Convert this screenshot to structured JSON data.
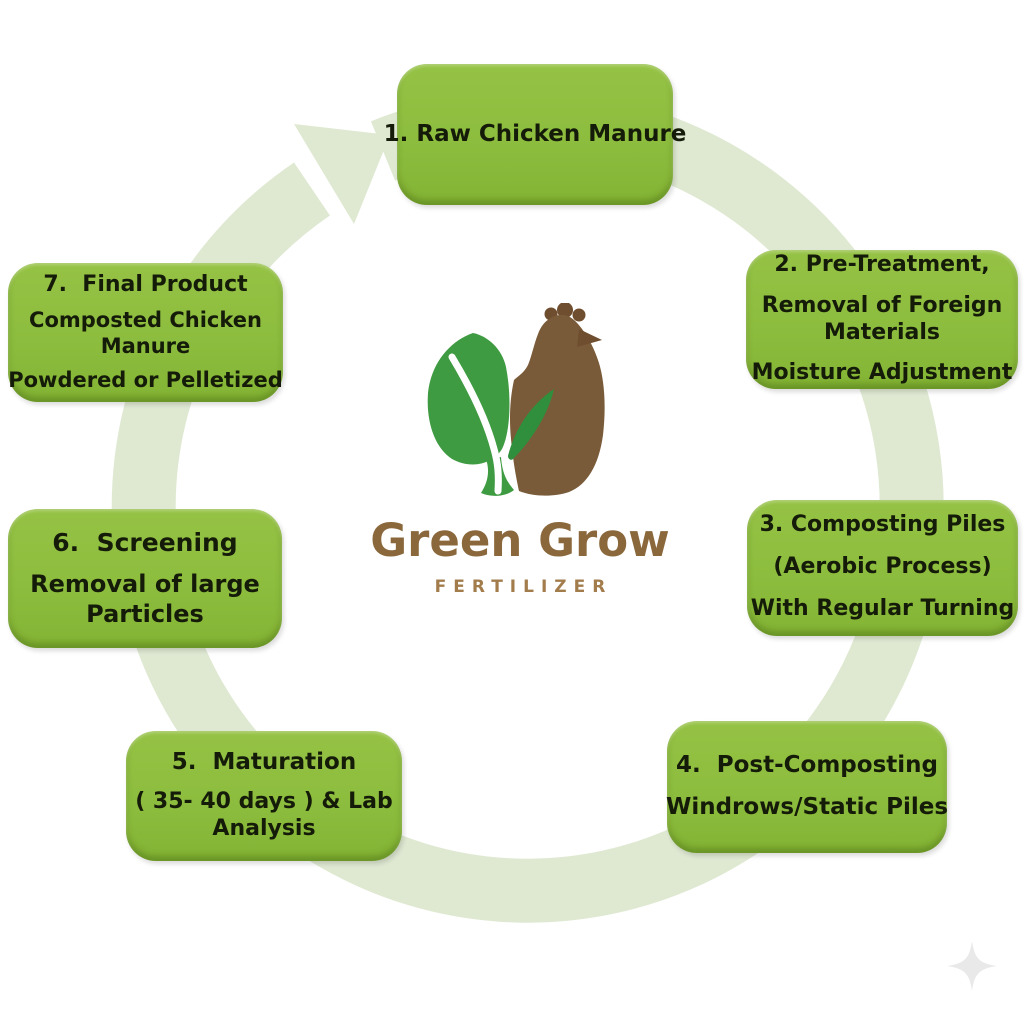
{
  "diagram_title": "Green Grow Fertilizer composting process cycle",
  "logo": {
    "brand": "Green Grow",
    "tagline": "FERTILIZER"
  },
  "steps": [
    {
      "title": "1. Raw Chicken Manure",
      "lines": []
    },
    {
      "title": "2. Pre-Treatment,",
      "lines": [
        "Removal of Foreign Materials",
        "Moisture Adjustment"
      ]
    },
    {
      "title": "3. Composting Piles",
      "lines": [
        "(Aerobic Process)",
        "With Regular Turning"
      ]
    },
    {
      "title": "4.  Post-Composting",
      "lines": [
        "Windrows/Static Piles"
      ]
    },
    {
      "title": "5.  Maturation",
      "lines": [
        "( 35- 40 days ) & Lab Analysis"
      ]
    },
    {
      "title": "6.  Screening",
      "lines": [
        "Removal of large Particles"
      ]
    },
    {
      "title": "7.  Final Product",
      "lines": [
        "Composted Chicken Manure",
        "Powdered or Pelletized"
      ]
    }
  ],
  "icons": {
    "cycle_arrow": "light-green circular arrow running clockwise behind the step boxes",
    "logo_mark": "green leaf sprout crossed with brown chicken silhouette",
    "sparkle": "faint four-pointed star, bottom right corner"
  },
  "colors": {
    "background": "#ffffff",
    "box_green": "#8dbd3e",
    "box_text": "#151b09",
    "ring_green": "#dfe9d2",
    "brand_brown": "#8a683c",
    "tagline_brown": "#a37c4c",
    "leaf_green": "#3f9b41",
    "wing_green": "#2f8f3c",
    "chicken_brown": "#7a5b39",
    "sparkle_gray": "#e9e9e9"
  }
}
